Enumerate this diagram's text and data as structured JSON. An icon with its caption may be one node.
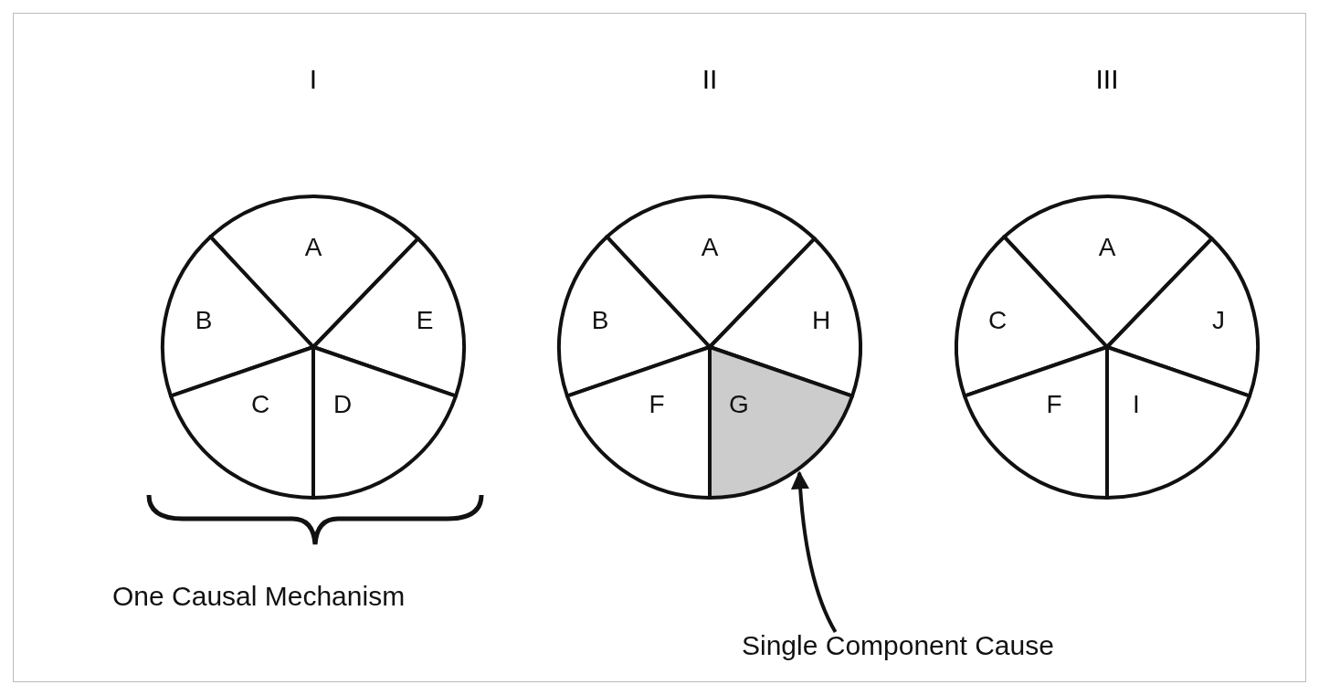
{
  "diagram": {
    "nodes": [
      {
        "text": [
          "I"
        ]
      },
      {
        "text": [
          "A"
        ],
        "in": 0
      },
      {
        "text": [
          "B"
        ],
        "in": 0
      },
      {
        "text": [
          "E"
        ],
        "in": 0
      },
      {
        "text": [
          "C"
        ],
        "in": 0
      },
      {
        "text": [
          "D"
        ],
        "in": 0
      },
      {
        "text": [
          "II"
        ]
      },
      {
        "text": [
          "A"
        ],
        "in": 6
      },
      {
        "text": [
          "B"
        ],
        "in": 6
      },
      {
        "text": [
          "H"
        ],
        "in": 6
      },
      {
        "text": [
          "F"
        ],
        "in": 6
      },
      {
        "text": [
          "G"
        ],
        "in": 6
      },
      {
        "text": [
          "III"
        ]
      },
      {
        "text": [
          "A"
        ],
        "in": 12
      },
      {
        "text": [
          "C"
        ],
        "in": 12
      },
      {
        "text": [
          "J"
        ],
        "in": 12
      },
      {
        "text": [
          "F"
        ],
        "in": 12
      },
      {
        "text": [
          "I"
        ],
        "in": 12
      },
      {
        "text": [
          "Single Component Cause"
        ]
      }
    ],
    "edges": [
      {
        "from": 18,
        "to": 11,
        "arrow": "to"
      }
    ],
    "labels": [
      "One Causal Mechanism"
    ]
  }
}
